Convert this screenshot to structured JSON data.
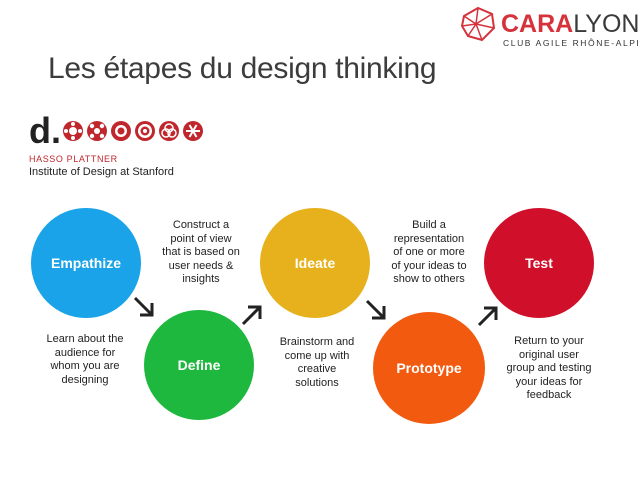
{
  "brand": {
    "name_strong": "CARA",
    "name_light": "LYON",
    "tagline": "CLUB AGILE RHÔNE-ALPES"
  },
  "page_title": "Les étapes du design thinking",
  "dschool": {
    "letter": "d.",
    "line1": "HASSO PLATTNER",
    "line2": "Institute of Design at Stanford"
  },
  "stages": [
    {
      "label": "Empathize",
      "color": "#1aa3e8",
      "description": "Learn about the\naudience for\nwhom you are\ndesigning"
    },
    {
      "label": "Define",
      "color": "#1fb83f",
      "description": "Construct a\npoint of view\nthat is based on\nuser needs &\ninsights"
    },
    {
      "label": "Ideate",
      "color": "#e6b11d",
      "description": "Brainstorm and\ncome up with\ncreative\nsolutions"
    },
    {
      "label": "Prototype",
      "color": "#f25a10",
      "description": "Build a\nrepresentation\nof one or more\nof your ideas to\nshow to others"
    },
    {
      "label": "Test",
      "color": "#d0102b",
      "description": "Return to your\noriginal user\ngroup and testing\nyour ideas for\nfeedback"
    }
  ]
}
